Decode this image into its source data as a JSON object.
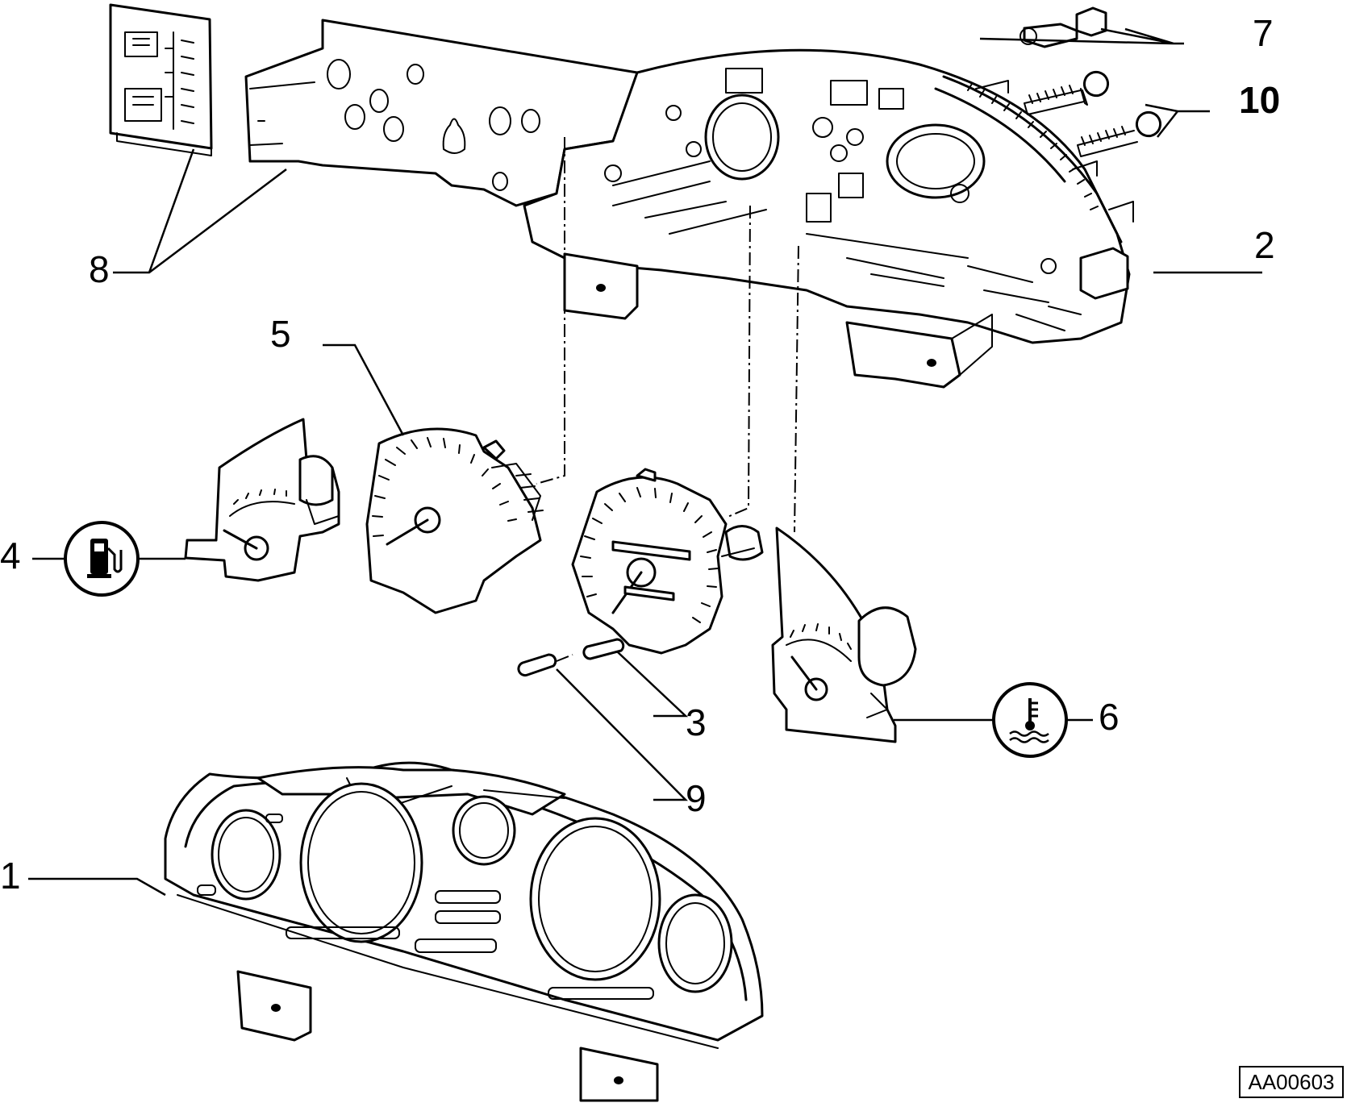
{
  "drawing_reference": "AA00603",
  "callouts": {
    "c1": "1",
    "c2": "2",
    "c3": "3",
    "c4": "4",
    "c5": "5",
    "c6": "6",
    "c7": "7",
    "c8": "8",
    "c9": "9",
    "c10": "10"
  },
  "symbols": {
    "fuel": "fuel-pump-icon",
    "coolant": "coolant-temperature-icon"
  }
}
